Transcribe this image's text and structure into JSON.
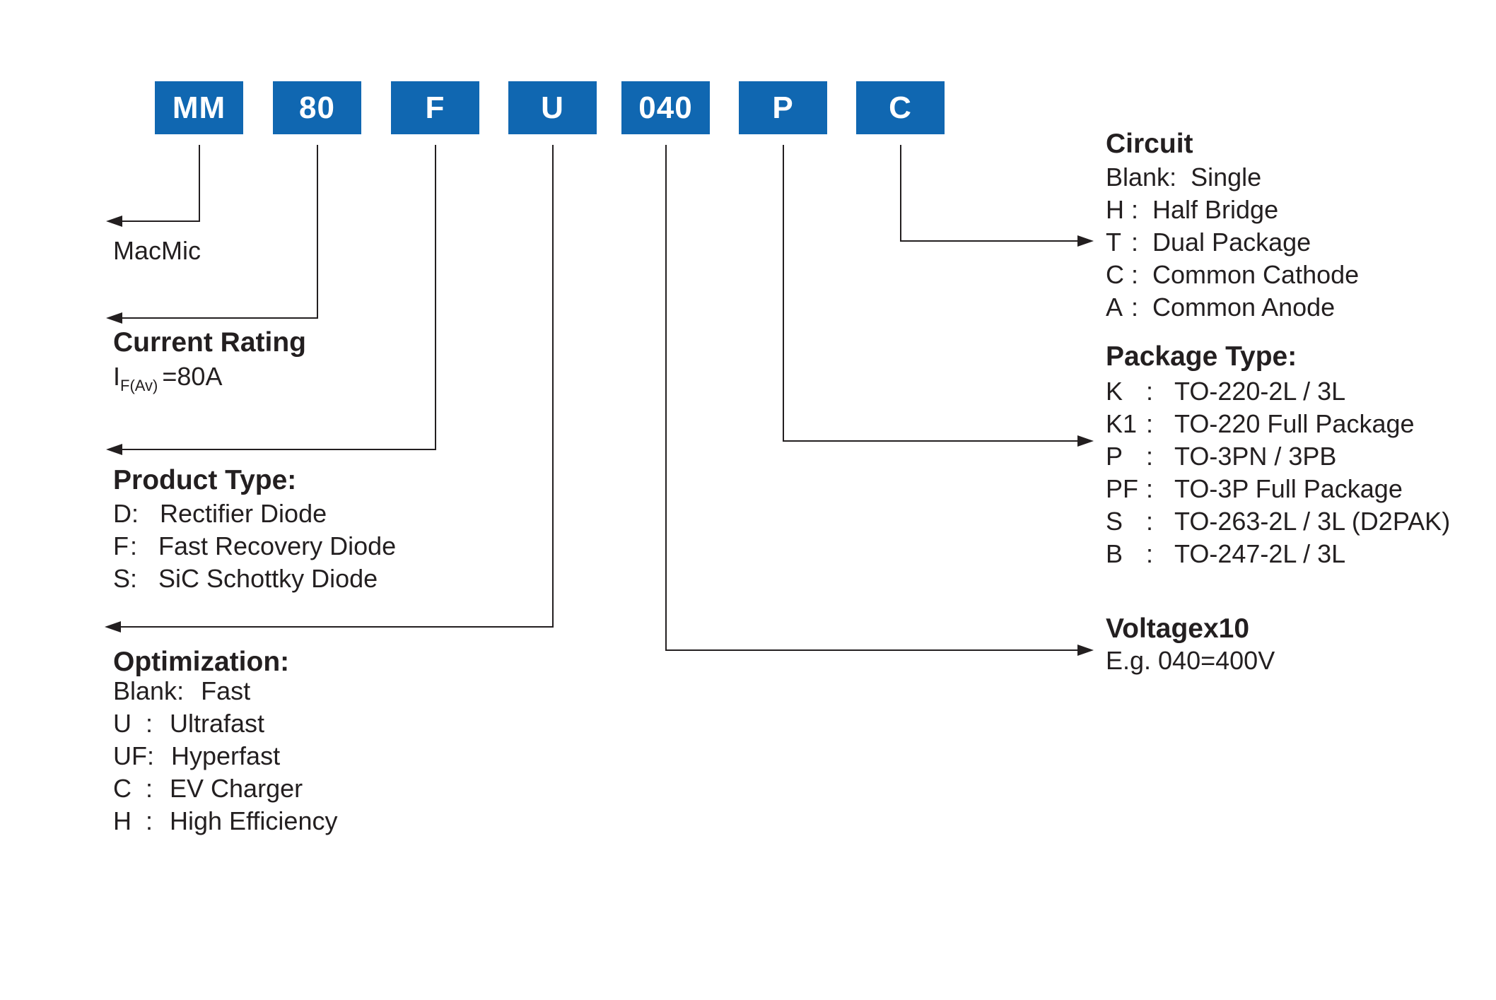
{
  "part_number_segments": [
    "MM",
    "80",
    "F",
    "U",
    "040",
    "P",
    "C"
  ],
  "brand": {
    "label": "MacMic"
  },
  "current_rating": {
    "title": "Current Rating",
    "symbol": "I",
    "symbol_subscript": "F(Av)",
    "value": "=80A"
  },
  "product_type": {
    "title": "Product Type:",
    "items": [
      {
        "code": "D",
        "sep": ":",
        "desc": "Rectifier Diode"
      },
      {
        "code": "F",
        "sep": ":",
        "desc": "Fast Recovery Diode"
      },
      {
        "code": "S",
        "sep": ":",
        "desc": "SiC Schottky Diode"
      }
    ]
  },
  "optimization": {
    "title": "Optimization:",
    "items": [
      {
        "code": "Blank",
        "sep": ":",
        "desc": "Fast"
      },
      {
        "code": "U",
        "sep": ":",
        "desc": "Ultrafast"
      },
      {
        "code": "UF",
        "sep": ":",
        "desc": "Hyperfast"
      },
      {
        "code": "C",
        "sep": ":",
        "desc": "EV Charger"
      },
      {
        "code": "H",
        "sep": ":",
        "desc": "High Efficiency"
      }
    ]
  },
  "voltage": {
    "title": "Voltagex10",
    "example": "E.g. 040=400V"
  },
  "package_type": {
    "title": "Package Type:",
    "items": [
      {
        "code": "K",
        "sep": ":",
        "desc": "TO-220-2L / 3L"
      },
      {
        "code": "K1",
        "sep": ":",
        "desc": "TO-220 Full Package"
      },
      {
        "code": "P",
        "sep": ":",
        "desc": "TO-3PN / 3PB"
      },
      {
        "code": "PF",
        "sep": ":",
        "desc": "TO-3P Full Package"
      },
      {
        "code": "S",
        "sep": ":",
        "desc": "TO-263-2L / 3L (D2PAK)"
      },
      {
        "code": "B",
        "sep": ":",
        "desc": "TO-247-2L / 3L"
      }
    ]
  },
  "circuit": {
    "title": "Circuit",
    "items": [
      {
        "code": "Blank",
        "sep": ":",
        "desc": "Single"
      },
      {
        "code": "H",
        "sep": ":",
        "desc": "Half Bridge"
      },
      {
        "code": "T",
        "sep": ":",
        "desc": "Dual Package"
      },
      {
        "code": "C",
        "sep": ":",
        "desc": "Common Cathode"
      },
      {
        "code": "A",
        "sep": ":",
        "desc": "Common Anode"
      }
    ]
  },
  "colors": {
    "box_blue": "#1067b1",
    "ink": "#231f20",
    "box_text": "#ffffff"
  }
}
